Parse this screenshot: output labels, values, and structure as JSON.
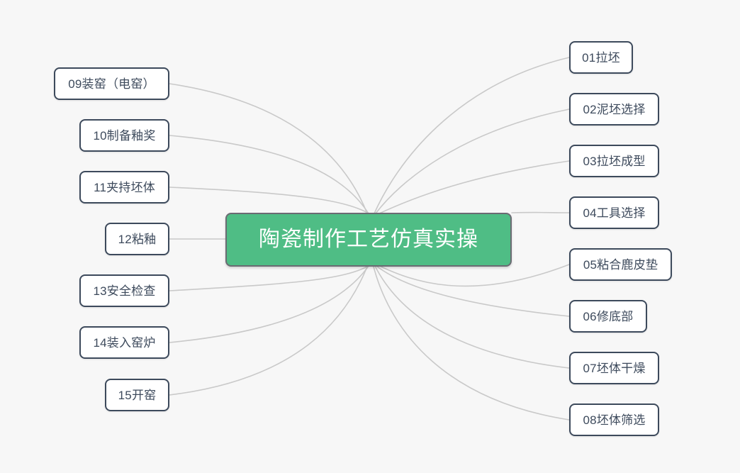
{
  "diagram": {
    "type": "mindmap",
    "title": "陶瓷制作工艺仿真实操",
    "background_color": "#f7f7f7",
    "center": {
      "label": "陶瓷制作工艺仿真实操",
      "fill_color": "#4fbd85",
      "text_color": "#ffffff",
      "border_color": "#6b6b73"
    },
    "branch_style": {
      "line_color": "#c9c9c9",
      "node_border_color": "#3d4a5c",
      "node_fill_color": "#ffffff",
      "node_text_color": "#3d4a5c"
    },
    "right_branches": [
      {
        "label": "01拉坯"
      },
      {
        "label": "02泥坯选择"
      },
      {
        "label": "03拉坯成型"
      },
      {
        "label": "04工具选择"
      },
      {
        "label": "05粘合鹿皮垫"
      },
      {
        "label": "06修底部"
      },
      {
        "label": "07坯体干燥"
      },
      {
        "label": "08坯体筛选"
      }
    ],
    "left_branches": [
      {
        "label": "09装窑（电窑）"
      },
      {
        "label": "10制备釉奖"
      },
      {
        "label": "11夹持坯体"
      },
      {
        "label": "12粘釉"
      },
      {
        "label": "13安全检查"
      },
      {
        "label": "14装入窑炉"
      },
      {
        "label": "15开窑"
      }
    ]
  }
}
